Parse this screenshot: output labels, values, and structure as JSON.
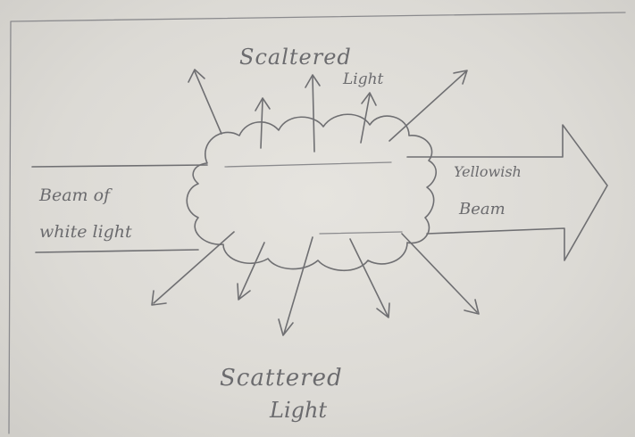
{
  "labels": {
    "scattered_top_line1": "Scaltered",
    "scattered_top_line2": "Light",
    "incoming_line1": "Beam of",
    "incoming_line2": "white light",
    "outgoing_line1": "Yellowish",
    "outgoing_line2": "Beam",
    "scattered_bottom_line1": "Scattered",
    "scattered_bottom_line2": "Light"
  }
}
